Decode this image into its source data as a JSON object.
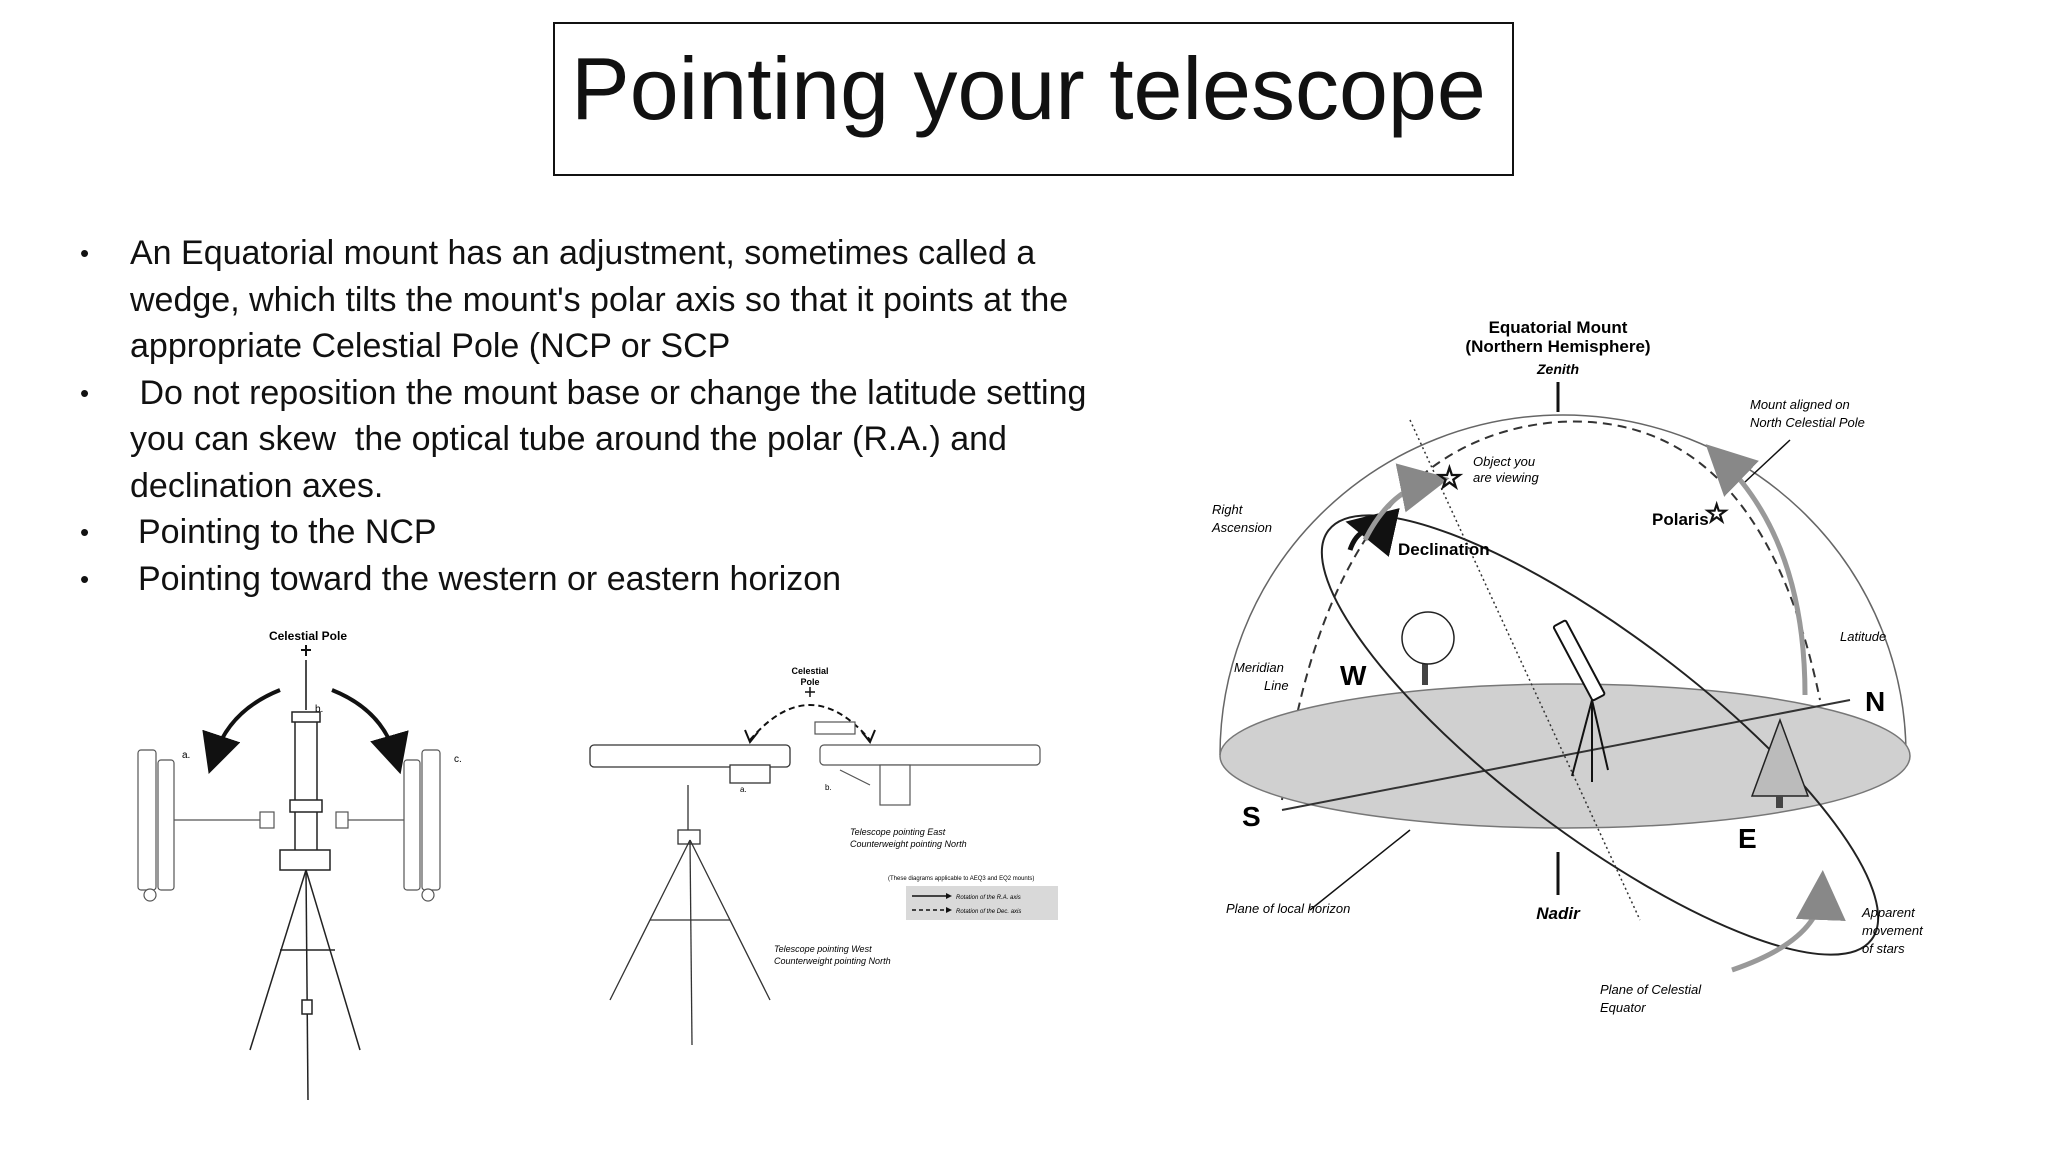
{
  "slide": {
    "title": "Pointing your telescope",
    "bullets": [
      "An Equatorial mount has an adjustment, sometimes called a wedge, which tilts the mount's polar axis so that it points at the appropriate Celestial Pole (NCP or SCP",
      " Do not reposition the mount base or change the latitude setting you can skew  the optical tube around the polar (R.A.) and declination axes.",
      "Pointing to the NCP",
      "Pointing toward the western or eastern horizon"
    ]
  },
  "figure_left": {
    "pole_label": "Celestial Pole",
    "label_a": "a.",
    "label_b": "b.",
    "label_c": "c."
  },
  "figure_middle": {
    "pole_label_1": "Celestial",
    "pole_label_2": "Pole",
    "label_a": "a.",
    "label_b": "b.",
    "east_line1": "Telescope pointing East",
    "east_line2": "Counterweight pointing North",
    "note": "(These diagrams applicable to AEQ3 and EQ2 mounts)",
    "legend_ra": "Rotation of the R.A. axis",
    "legend_dec": "Rotation of the Dec. axis",
    "west_line1": "Telescope pointing West",
    "west_line2": "Counterweight pointing North"
  },
  "figure_right": {
    "title1": "Equatorial Mount",
    "title2": "(Northern Hemisphere)",
    "zenith": "Zenith",
    "mount_aligned1": "Mount aligned on",
    "mount_aligned2": "North Celestial Pole",
    "object1": "Object you",
    "object2": "are viewing",
    "right_asc1": "Right",
    "right_asc2": "Ascension",
    "declination": "Declination",
    "polaris": "Polaris",
    "latitude": "Latitude",
    "meridian1": "Meridian",
    "meridian2": "Line",
    "w": "W",
    "n": "N",
    "s": "S",
    "e": "E",
    "plane_horizon": "Plane of local horizon",
    "nadir": "Nadir",
    "apparent1": "Apparent",
    "apparent2": "movement",
    "apparent3": "of stars",
    "plane_eq1": "Plane of Celestial",
    "plane_eq2": "Equator"
  }
}
